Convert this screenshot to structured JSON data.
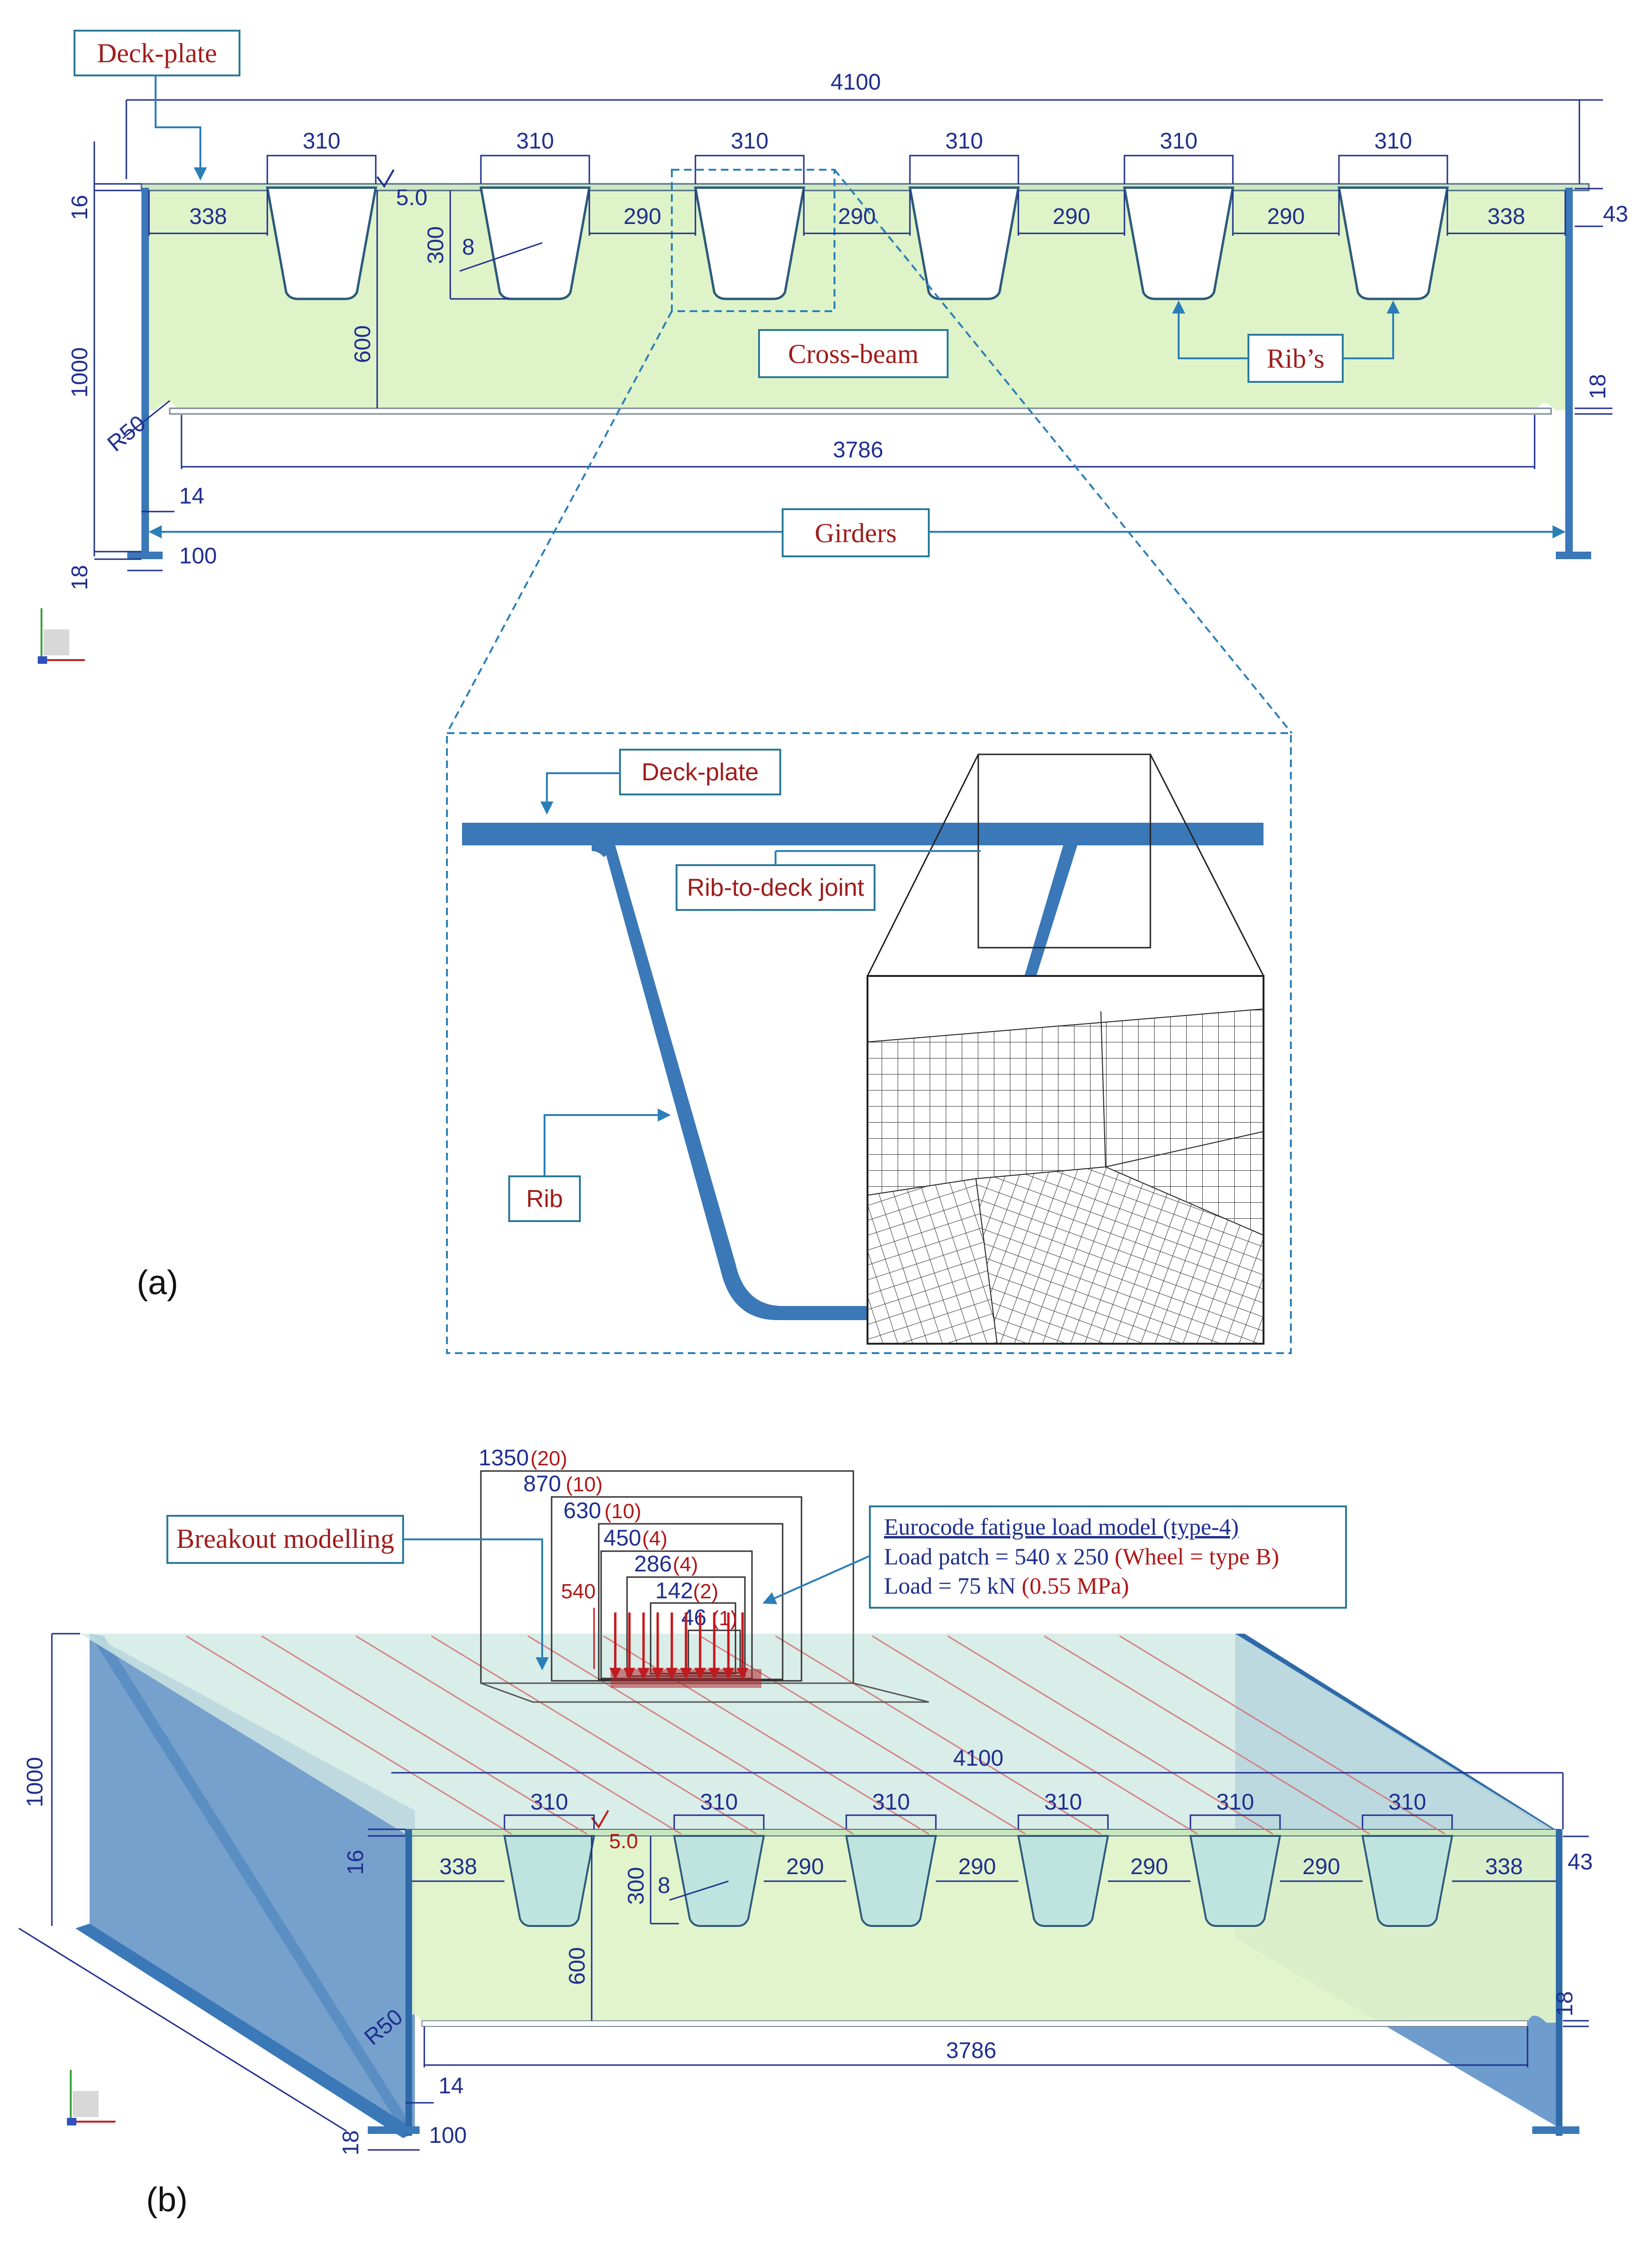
{
  "panel_a": {
    "label": "(a)",
    "callouts": {
      "deck_plate": "Deck-plate",
      "cross_beam": "Cross-beam",
      "ribs": "Rib’s",
      "girders": "Girders"
    },
    "dims": {
      "overall_width": "4100",
      "rib_top_width": "310",
      "end_gap": "338",
      "rib_gap": "290",
      "deck_thickness": "16",
      "weld": "5.0",
      "rib_depth": "300",
      "rib_thickness": "8",
      "web_depth": "600",
      "girder_height": "1000",
      "fillet_radius": "R50",
      "clear_span": "3786",
      "web_thickness": "14",
      "flange_width": "100",
      "flange_thickness": "18",
      "right_edge": "43",
      "right_flange": "18"
    },
    "detail": {
      "deck_plate": "Deck-plate",
      "rib_to_deck_joint": "Rib-to-deck joint",
      "rib": "Rib"
    }
  },
  "panel_b": {
    "label": "(b)",
    "callouts": {
      "breakout": "Breakout modelling"
    },
    "load_model": {
      "title": "Eurocode fatigue load model (type-4)",
      "patch_prefix": "Load patch = 540 x 250 ",
      "patch_suffix": "(Wheel = type B)",
      "load_prefix": "Load = 75 kN ",
      "load_suffix": "(0.55 MPa)"
    },
    "mesh_zones": [
      {
        "size": "1350",
        "count": "(20)"
      },
      {
        "size": "870",
        "count": "(10)"
      },
      {
        "size": "630",
        "count": "(10)"
      },
      {
        "size": "450",
        "count": "(4)"
      },
      {
        "size": "286",
        "count": "(4)"
      },
      {
        "size": "142",
        "count": "(2)"
      },
      {
        "size": "46",
        "count": "(1)"
      }
    ],
    "patch_width": "540",
    "dims": {
      "overall_width": "4100",
      "rib_top_width": "310",
      "end_gap": "338",
      "rib_gap": "290",
      "deck_thickness": "16",
      "weld": "5.0",
      "rib_depth": "300",
      "rib_thickness": "8",
      "web_depth": "600",
      "girder_height": "1000",
      "fillet_radius": "R50",
      "clear_span": "3786",
      "web_thickness": "14",
      "flange_width": "100",
      "flange_thickness": "18",
      "right_edge": "43",
      "right_flange": "18"
    }
  },
  "colors": {
    "steel": "#3a78b8",
    "cross_beam_fill": "#dff3c8",
    "dimension": "#1f2f8f",
    "label": "#a01c1c",
    "load_arrow": "#c8161a"
  }
}
